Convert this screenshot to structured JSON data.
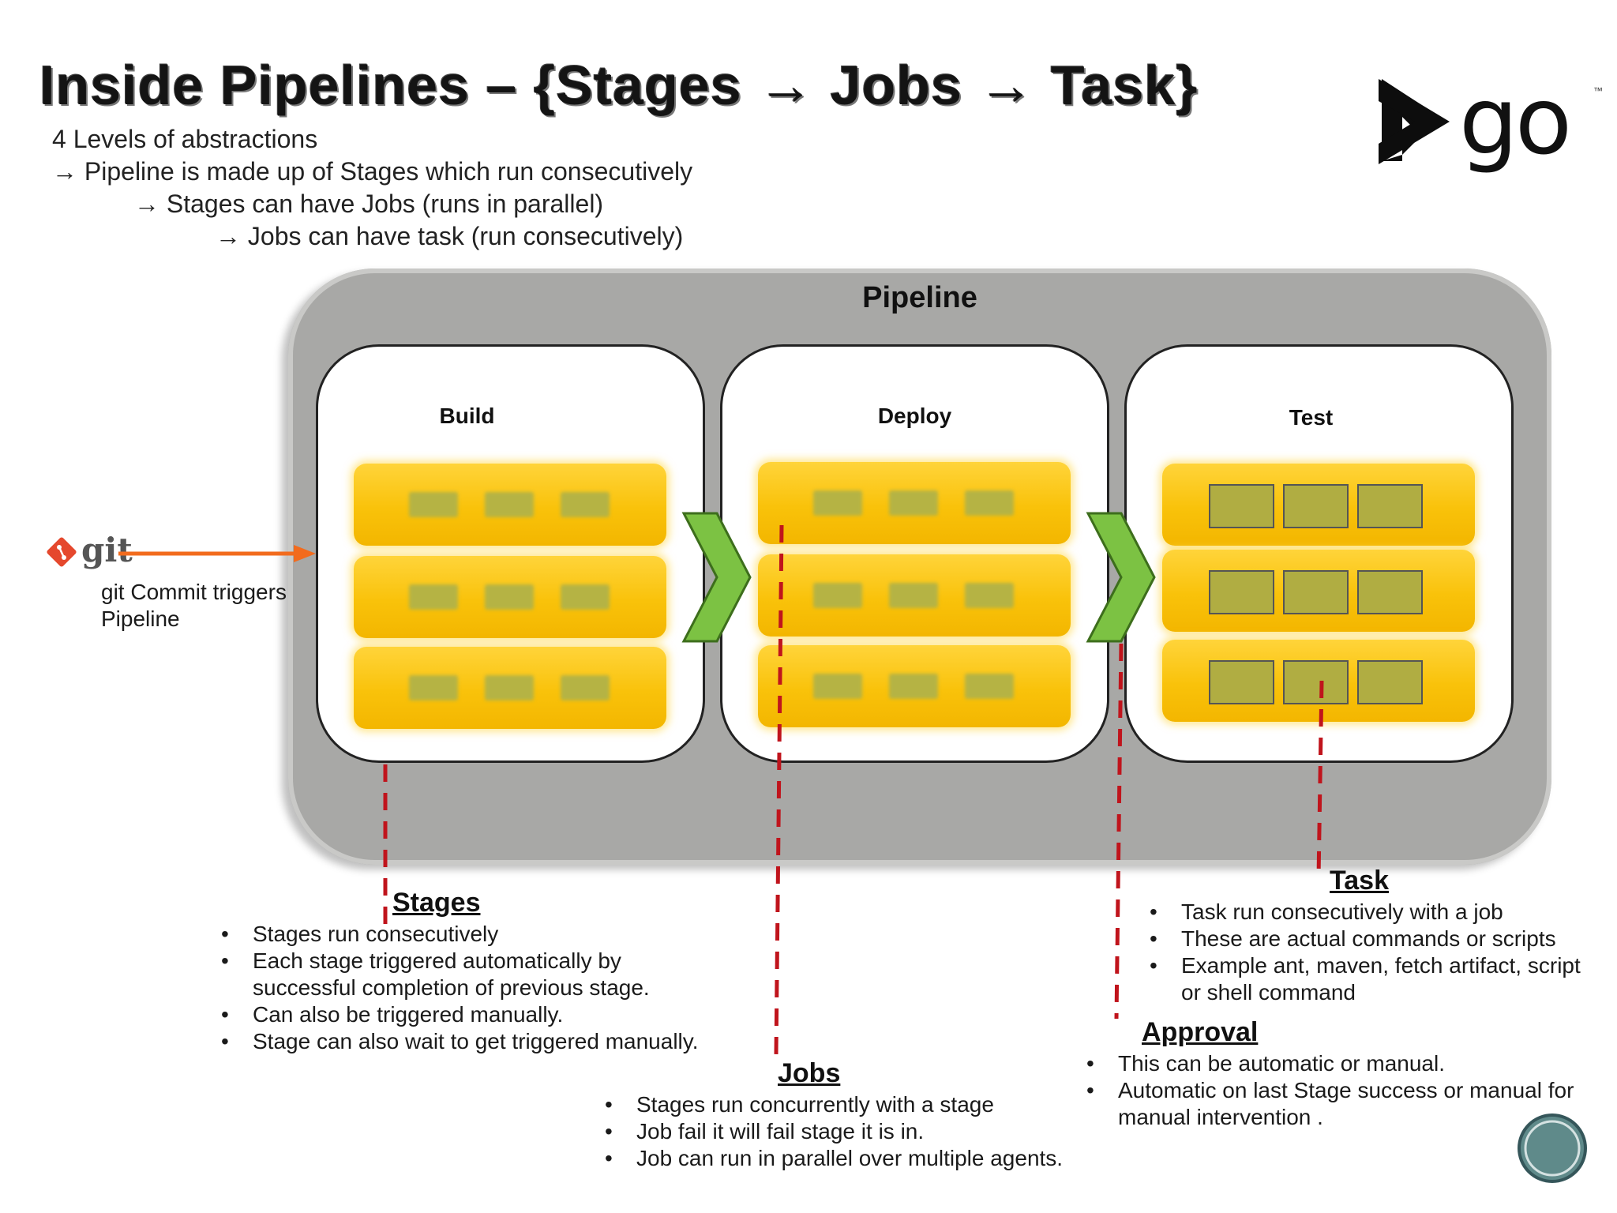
{
  "title": "Inside Pipelines – {Stages → Jobs → Task}",
  "intro": {
    "line1": "4 Levels of abstractions",
    "line2": "→ Pipeline is made up of Stages which run consecutively",
    "line3": "→ Stages can have Jobs (runs in parallel)",
    "line4": "→ Jobs can have task (run consecutively)"
  },
  "logo": {
    "text": "go",
    "tm": "™"
  },
  "pipeline": {
    "label": "Pipeline",
    "stages": [
      {
        "name": "Build"
      },
      {
        "name": "Deploy"
      },
      {
        "name": "Test"
      }
    ]
  },
  "git": {
    "label": "git",
    "caption_line1": "git Commit triggers",
    "caption_line2": "Pipeline"
  },
  "stages_section": {
    "title": "Stages",
    "bullets": [
      "Stages run consecutively",
      "Each stage triggered automatically by successful completion of previous stage.",
      "Can also be triggered manually.",
      "Stage can also wait to get triggered manually."
    ]
  },
  "jobs_section": {
    "title": "Jobs",
    "bullets": [
      "Stages run concurrently with a stage",
      "Job fail it will fail stage it is in.",
      "Job can run in parallel over multiple agents."
    ]
  },
  "task_section": {
    "title": "Task",
    "bullets": [
      "Task run consecutively with a job",
      "These are actual commands or scripts",
      "Example ant, maven, fetch artifact, script or shell command"
    ]
  },
  "approval_section": {
    "title": "Approval",
    "bullets": [
      "This can be automatic or manual.",
      "Automatic on last Stage success or manual for manual intervention ."
    ]
  },
  "colors": {
    "job_bar": "#f9c20a",
    "task": "#b0ad42",
    "chevron": "#7cc243",
    "arrow": "#f26b1d",
    "dashed_line": "#c0141c",
    "pipeline_bg": "#a8a8a6"
  }
}
